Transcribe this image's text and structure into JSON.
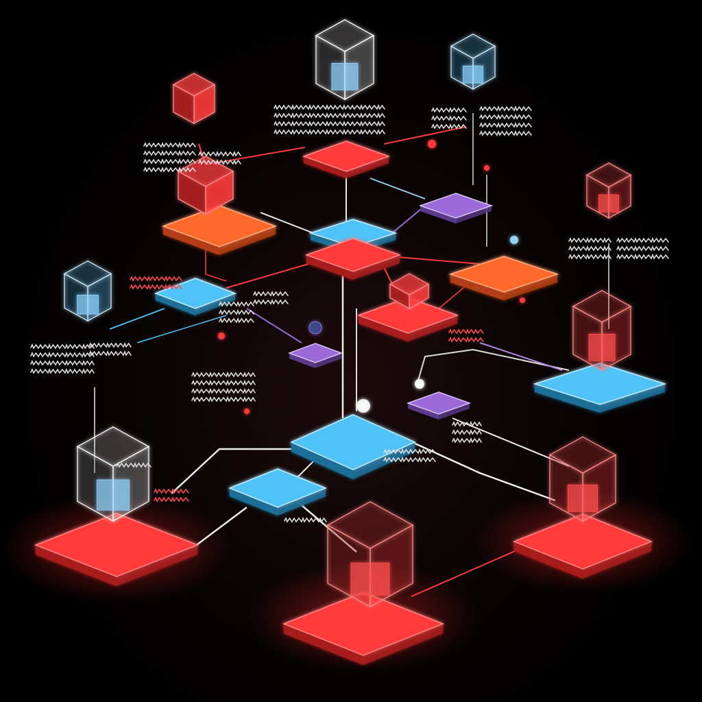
{
  "diagram": {
    "labels": [],
    "colors": {
      "background": "#000000",
      "red": "#ff3b3b",
      "orange": "#ff6a2a",
      "blue": "#4fc3f7",
      "purple": "#9b6ad8",
      "white_line": "#f2f2f2"
    },
    "nodes": [
      {
        "id": "top-red-center",
        "color": "red",
        "kind": "pad"
      },
      {
        "id": "cube-top-center",
        "color": "white",
        "kind": "cube"
      },
      {
        "id": "cube-top-right",
        "color": "blue",
        "kind": "cube"
      },
      {
        "id": "cube-top-left",
        "color": "red",
        "kind": "cube"
      },
      {
        "id": "orange-left-pad",
        "color": "orange",
        "kind": "pad"
      },
      {
        "id": "purple-top-pad",
        "color": "purple",
        "kind": "pad"
      },
      {
        "id": "blue-center-top",
        "color": "blue",
        "kind": "pad"
      },
      {
        "id": "red-center",
        "color": "red",
        "kind": "pad"
      },
      {
        "id": "orange-right-pad",
        "color": "orange",
        "kind": "pad"
      },
      {
        "id": "cube-right-red",
        "color": "red",
        "kind": "cube"
      },
      {
        "id": "blue-left-pad",
        "color": "blue",
        "kind": "pad"
      },
      {
        "id": "cube-left-glass",
        "color": "blue",
        "kind": "cube"
      },
      {
        "id": "red-mid-pad",
        "color": "red",
        "kind": "pad"
      },
      {
        "id": "purple-mid-left",
        "color": "purple",
        "kind": "pad"
      },
      {
        "id": "blue-right-pad",
        "color": "blue",
        "kind": "pad"
      },
      {
        "id": "purple-mid-right",
        "color": "purple",
        "kind": "pad"
      },
      {
        "id": "blue-center-big",
        "color": "blue",
        "kind": "pad"
      },
      {
        "id": "blue-small-pad",
        "color": "blue",
        "kind": "pad"
      },
      {
        "id": "red-bottom-left",
        "color": "red",
        "kind": "pad"
      },
      {
        "id": "red-bottom-center",
        "color": "red",
        "kind": "pad"
      },
      {
        "id": "red-bottom-right",
        "color": "red",
        "kind": "pad"
      }
    ]
  }
}
